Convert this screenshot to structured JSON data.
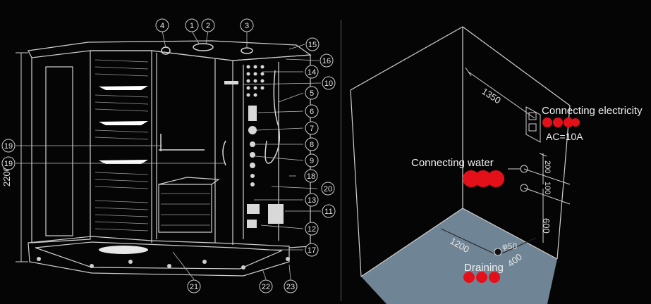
{
  "left_panel": {
    "dimension_height": "2200",
    "callouts": [
      {
        "id": "c1",
        "label": "1"
      },
      {
        "id": "c2",
        "label": "2"
      },
      {
        "id": "c3",
        "label": "3"
      },
      {
        "id": "c4",
        "label": "4"
      },
      {
        "id": "c15",
        "label": "15"
      },
      {
        "id": "c16",
        "label": "16"
      },
      {
        "id": "c14",
        "label": "14"
      },
      {
        "id": "c10",
        "label": "10"
      },
      {
        "id": "c5",
        "label": "5"
      },
      {
        "id": "c6",
        "label": "6"
      },
      {
        "id": "c7",
        "label": "7"
      },
      {
        "id": "c8",
        "label": "8"
      },
      {
        "id": "c9",
        "label": "9"
      },
      {
        "id": "c18",
        "label": "18"
      },
      {
        "id": "c20",
        "label": "20"
      },
      {
        "id": "c13",
        "label": "13"
      },
      {
        "id": "c11",
        "label": "11"
      },
      {
        "id": "c12",
        "label": "12"
      },
      {
        "id": "c17",
        "label": "17"
      },
      {
        "id": "c19a",
        "label": "19"
      },
      {
        "id": "c19b",
        "label": "19"
      },
      {
        "id": "c21",
        "label": "21"
      },
      {
        "id": "c22",
        "label": "22"
      },
      {
        "id": "c23",
        "label": "23"
      }
    ]
  },
  "right_panel": {
    "dim_wall_width": "1350",
    "dim_floor_width": "1200",
    "dim_floor_depth": "400",
    "dim_drain_diameter": "φ50",
    "dim_upper": "200",
    "dim_mid": "100",
    "dim_height": "600",
    "label_electricity": "Connecting electricity",
    "label_current": "AC=10A",
    "label_water": "Connecting water",
    "label_draining": "Draining"
  },
  "colors": {
    "background": "#050505",
    "line": "#cfcfcf",
    "floor": "#6f8494",
    "marker_red": "#e3101a"
  }
}
